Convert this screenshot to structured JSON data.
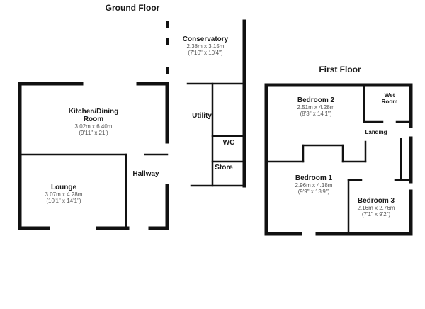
{
  "ground_floor": {
    "title": "Ground Floor",
    "conservatory": {
      "name": "Conservatory",
      "size_m": "2.38m x 3.15m",
      "size_ft": "(7'10\" x 10'4\")"
    },
    "kitchen": {
      "name": "Kitchen/Dining",
      "name2": "Room",
      "size_m": "3.02m x 6.40m",
      "size_ft": "(9'11\" x 21')"
    },
    "utility": {
      "name": "Utility"
    },
    "wc": {
      "name": "WC"
    },
    "store": {
      "name": "Store"
    },
    "hallway": {
      "name": "Hallway"
    },
    "lounge": {
      "name": "Lounge",
      "size_m": "3.07m x 4.28m",
      "size_ft": "(10'1\" x 14'1\")"
    }
  },
  "first_floor": {
    "title": "First Floor",
    "bedroom2": {
      "name": "Bedroom 2",
      "size_m": "2.51m x 4.28m",
      "size_ft": "(8'3\" x 14'1\")"
    },
    "wet_room": {
      "name": "Wet",
      "name2": "Room"
    },
    "landing": {
      "name": "Landing"
    },
    "bedroom1": {
      "name": "Bedroom 1",
      "size_m": "2.96m x 4.18m",
      "size_ft": "(9'9\" x 13'9\")"
    },
    "bedroom3": {
      "name": "Bedroom 3",
      "size_m": "2.16m x 2.76m",
      "size_ft": "(7'1\" x 9'2\")"
    }
  }
}
